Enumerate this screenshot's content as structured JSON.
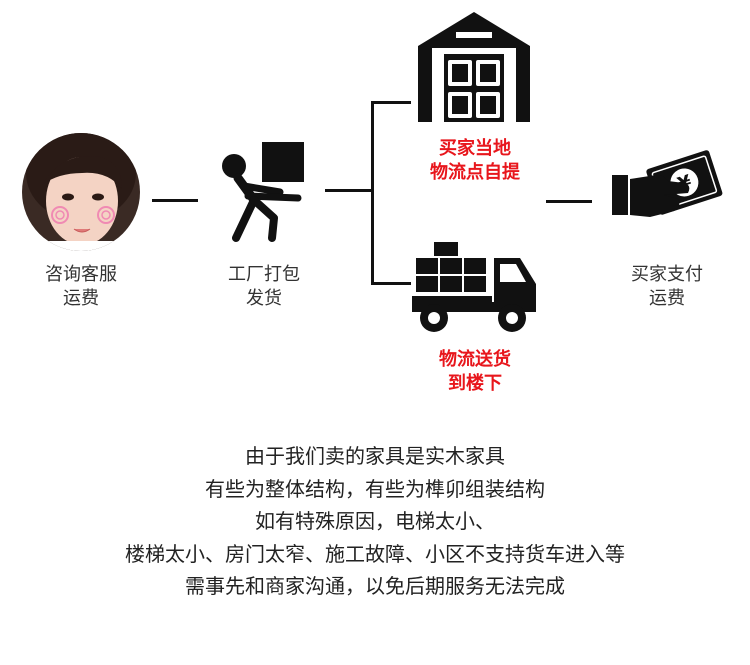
{
  "nodes": {
    "customer_service": {
      "lines": [
        "咨询客服",
        "运费"
      ]
    },
    "factory": {
      "lines": [
        "工厂打包",
        "发货"
      ]
    },
    "self_pickup": {
      "lines": [
        "买家当地",
        "物流点自提"
      ]
    },
    "delivery": {
      "lines": [
        "物流送货",
        "到楼下"
      ]
    },
    "buyer_pays": {
      "lines": [
        "买家支付",
        "运费"
      ]
    }
  },
  "notes": [
    "由于我们卖的家具是实木家具",
    "有些为整体结构，有些为榫卯组装结构",
    "如有特殊原因，电梯太小、",
    "楼梯太小、房门太窄、施工故障、小区不支持货车进入等",
    "需事先和商家沟通，以免后期服务无法完成"
  ],
  "icons": {
    "avatar": "avatar-photo",
    "factory": "person-carrying-box-icon",
    "warehouse": "warehouse-icon",
    "truck": "delivery-truck-icon",
    "payment": "hand-paying-yuan-icon",
    "currency_symbol": "¥"
  },
  "colors": {
    "text": "#333333",
    "accent_red": "#e8161c",
    "icon": "#111111"
  }
}
